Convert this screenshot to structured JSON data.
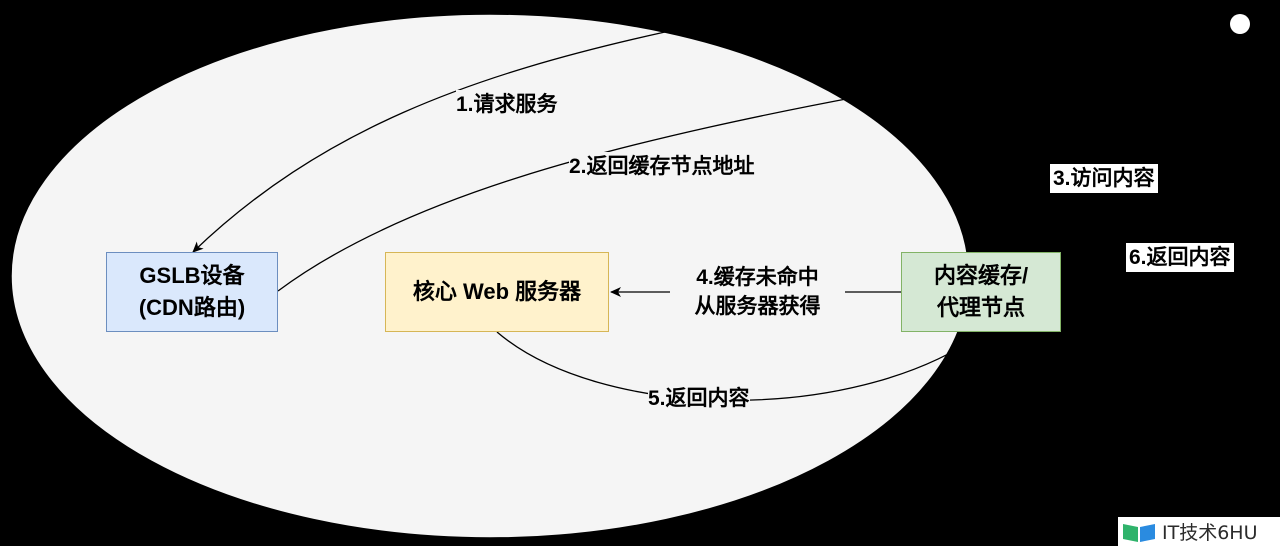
{
  "nodes": {
    "gslb": "GSLB设备\n(CDN路由)",
    "web": "核心 Web 服务器",
    "cache": "内容缓存/\n代理节点"
  },
  "edges": {
    "step1": "1.请求服务",
    "step2": "2.返回缓存节点地址",
    "step3": "3.访问内容",
    "step4": "4.缓存未命中\n从服务器获得",
    "step5": "5.返回内容",
    "step6": "6.返回内容"
  },
  "watermark": {
    "text": "IT技术6HU"
  },
  "colors": {
    "background": "#000000",
    "oval_fill": "#f5f5f5",
    "gslb_fill": "#dae8fc",
    "gslb_border": "#6c8ebf",
    "web_fill": "#fff2cc",
    "web_border": "#d6b656",
    "cache_fill": "#d5e8d4",
    "cache_border": "#82b366"
  }
}
